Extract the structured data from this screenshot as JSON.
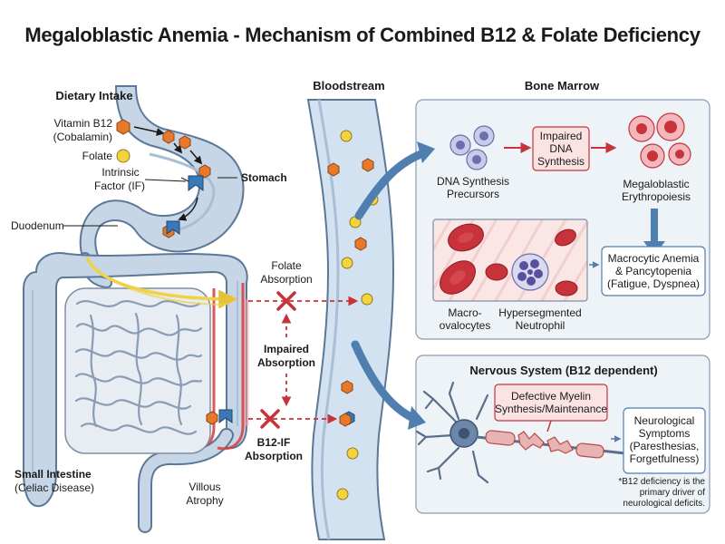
{
  "title": "Megaloblastic Anemia - Mechanism of Combined B12 & Folate Deficiency",
  "left": {
    "dietary_intake": "Dietary Intake",
    "vitamin_b12": "Vitamin B12",
    "cobalamin": "(Cobalamin)",
    "folate": "Folate",
    "intrinsic_factor_1": "Intrinsic",
    "intrinsic_factor_2": "Factor (IF)",
    "stomach": "Stomach",
    "duodenum": "Duodenum",
    "small_intestine": "Small Intestine",
    "celiac": "(Celiac Disease)",
    "villous_1": "Villous",
    "villous_2": "Atrophy"
  },
  "absorption": {
    "folate_1": "Folate",
    "folate_2": "Absorption",
    "impaired_1": "Impaired",
    "impaired_2": "Absorption",
    "b12if_1": "B12-IF",
    "b12if_2": "Absorption"
  },
  "bloodstream": "Bloodstream",
  "bone_marrow": {
    "header": "Bone Marrow",
    "precursors_1": "DNA Synthesis",
    "precursors_2": "Precursors",
    "impaired_1": "Impaired",
    "impaired_2": "DNA",
    "impaired_3": "Synthesis",
    "megaloblastic_1": "Megaloblastic",
    "megaloblastic_2": "Erythropoiesis",
    "macro_1": "Macro-",
    "macro_2": "ovalocytes",
    "hyperseg_1": "Hypersegmented",
    "hyperseg_2": "Neutrophil",
    "anemia_1": "Macrocytic Anemia",
    "anemia_2": "& Pancytopenia",
    "anemia_3": "(Fatigue, Dyspnea)"
  },
  "nervous": {
    "header": "Nervous System (B12 dependent)",
    "myelin_1": "Defective Myelin",
    "myelin_2": "Synthesis/Maintenance",
    "neuro_1": "Neurological",
    "neuro_2": "Symptoms",
    "neuro_3": "(Paresthesias,",
    "neuro_4": "Forgetfulness)",
    "note_1": "*B12 deficiency is the",
    "note_2": "primary driver of",
    "note_3": "neurological deficits."
  },
  "colors": {
    "b12": "#e8782a",
    "folate": "#f4d43c",
    "intrinsic_factor": "#3a78b8",
    "gut_fill": "#c6d6e6",
    "gut_stroke": "#5c7897",
    "inflamed": "#d63c3c",
    "panel_fill": "#eef3f8",
    "panel_stroke": "#8a9bb0",
    "rbc": "#c8323a",
    "blood_vessel": "#d3e2f0",
    "arrow": "#4f7fae"
  }
}
